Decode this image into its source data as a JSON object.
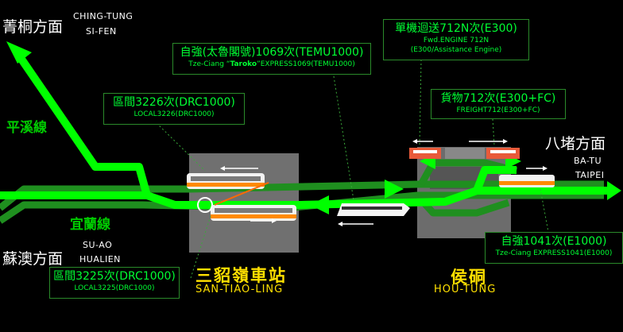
{
  "directions": {
    "jingtong": {
      "cn": "菁桐方面",
      "en1": "CHING-TUNG",
      "en2": "SI-FEN"
    },
    "badu": {
      "cn": "八堵方面",
      "en1": "BA-TU",
      "en2": "TAIPEI"
    },
    "suao": {
      "cn": "蘇澳方面",
      "en1": "SU-AO",
      "en2": "HUALIEN"
    }
  },
  "lines": {
    "pingxi": "平溪線",
    "yilan": "宜蘭線"
  },
  "stations": {
    "santiaoling": {
      "cn": "三貂嶺車站",
      "en": "SAN-TIAO-LING"
    },
    "houtong": {
      "cn": "侯硐",
      "en": "HOU-TUNG"
    }
  },
  "trains": {
    "t1069": {
      "cn": "自強(太魯閣號)1069次(TEMU1000)",
      "en_pre": "Tze-Ciang “",
      "en_bold": "Taroko",
      "en_post": "”EXPRESS1069(TEMU1000)"
    },
    "t712n": {
      "cn": "單機迴送712N次(E300)",
      "en1": "Fwd.ENGINE 712N",
      "en2": "(E300/Assistance Engine)"
    },
    "t712": {
      "cn": "貨物712次(E300+FC)",
      "en": "FREIGHT712(E300+FC)"
    },
    "t3226": {
      "cn": "區間3226次(DRC1000)",
      "en": "LOCAL3226(DRC1000)"
    },
    "t3225": {
      "cn": "區間3225次(DRC1000)",
      "en": "LOCAL3225(DRC1000)"
    },
    "t1041": {
      "cn": "自強1041次(E1000)",
      "en": "Tze-Ciang EXPRESS1041(E1000)"
    }
  },
  "colors": {
    "track_main": "#00ff00",
    "track_dark": "#1f8f1f",
    "station_fill": "#6e6e6e",
    "label_text": "#00ff33",
    "station_label": "#ffe000",
    "train_orange": "#ff8a00",
    "engine_red": "#e85a3a"
  },
  "icons": [
    "arrow-left-icon",
    "arrow-right-icon",
    "train-icon",
    "locomotive-icon"
  ]
}
